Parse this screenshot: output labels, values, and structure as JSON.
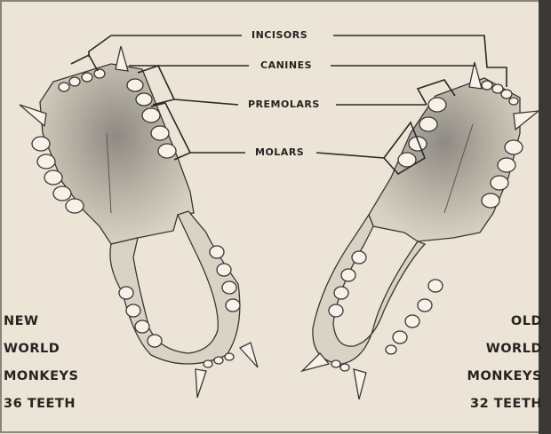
{
  "labels": {
    "incisors": "INCISORS",
    "canines": "CANINES",
    "premolars": "PREMOLARS",
    "molars": "MOLARS"
  },
  "left_caption": {
    "line1": "NEW",
    "line2": "WORLD",
    "line3": "MONKEYS",
    "line4": "36 TEETH"
  },
  "right_caption": {
    "line1": "OLD",
    "line2": "WORLD",
    "line3": "MONKEYS",
    "line4": "32 TEETH"
  },
  "colors": {
    "paper": "#ece4d6",
    "ink": "#262320",
    "palate": "#c9c3b6",
    "tooth": "#f6f2ea"
  }
}
